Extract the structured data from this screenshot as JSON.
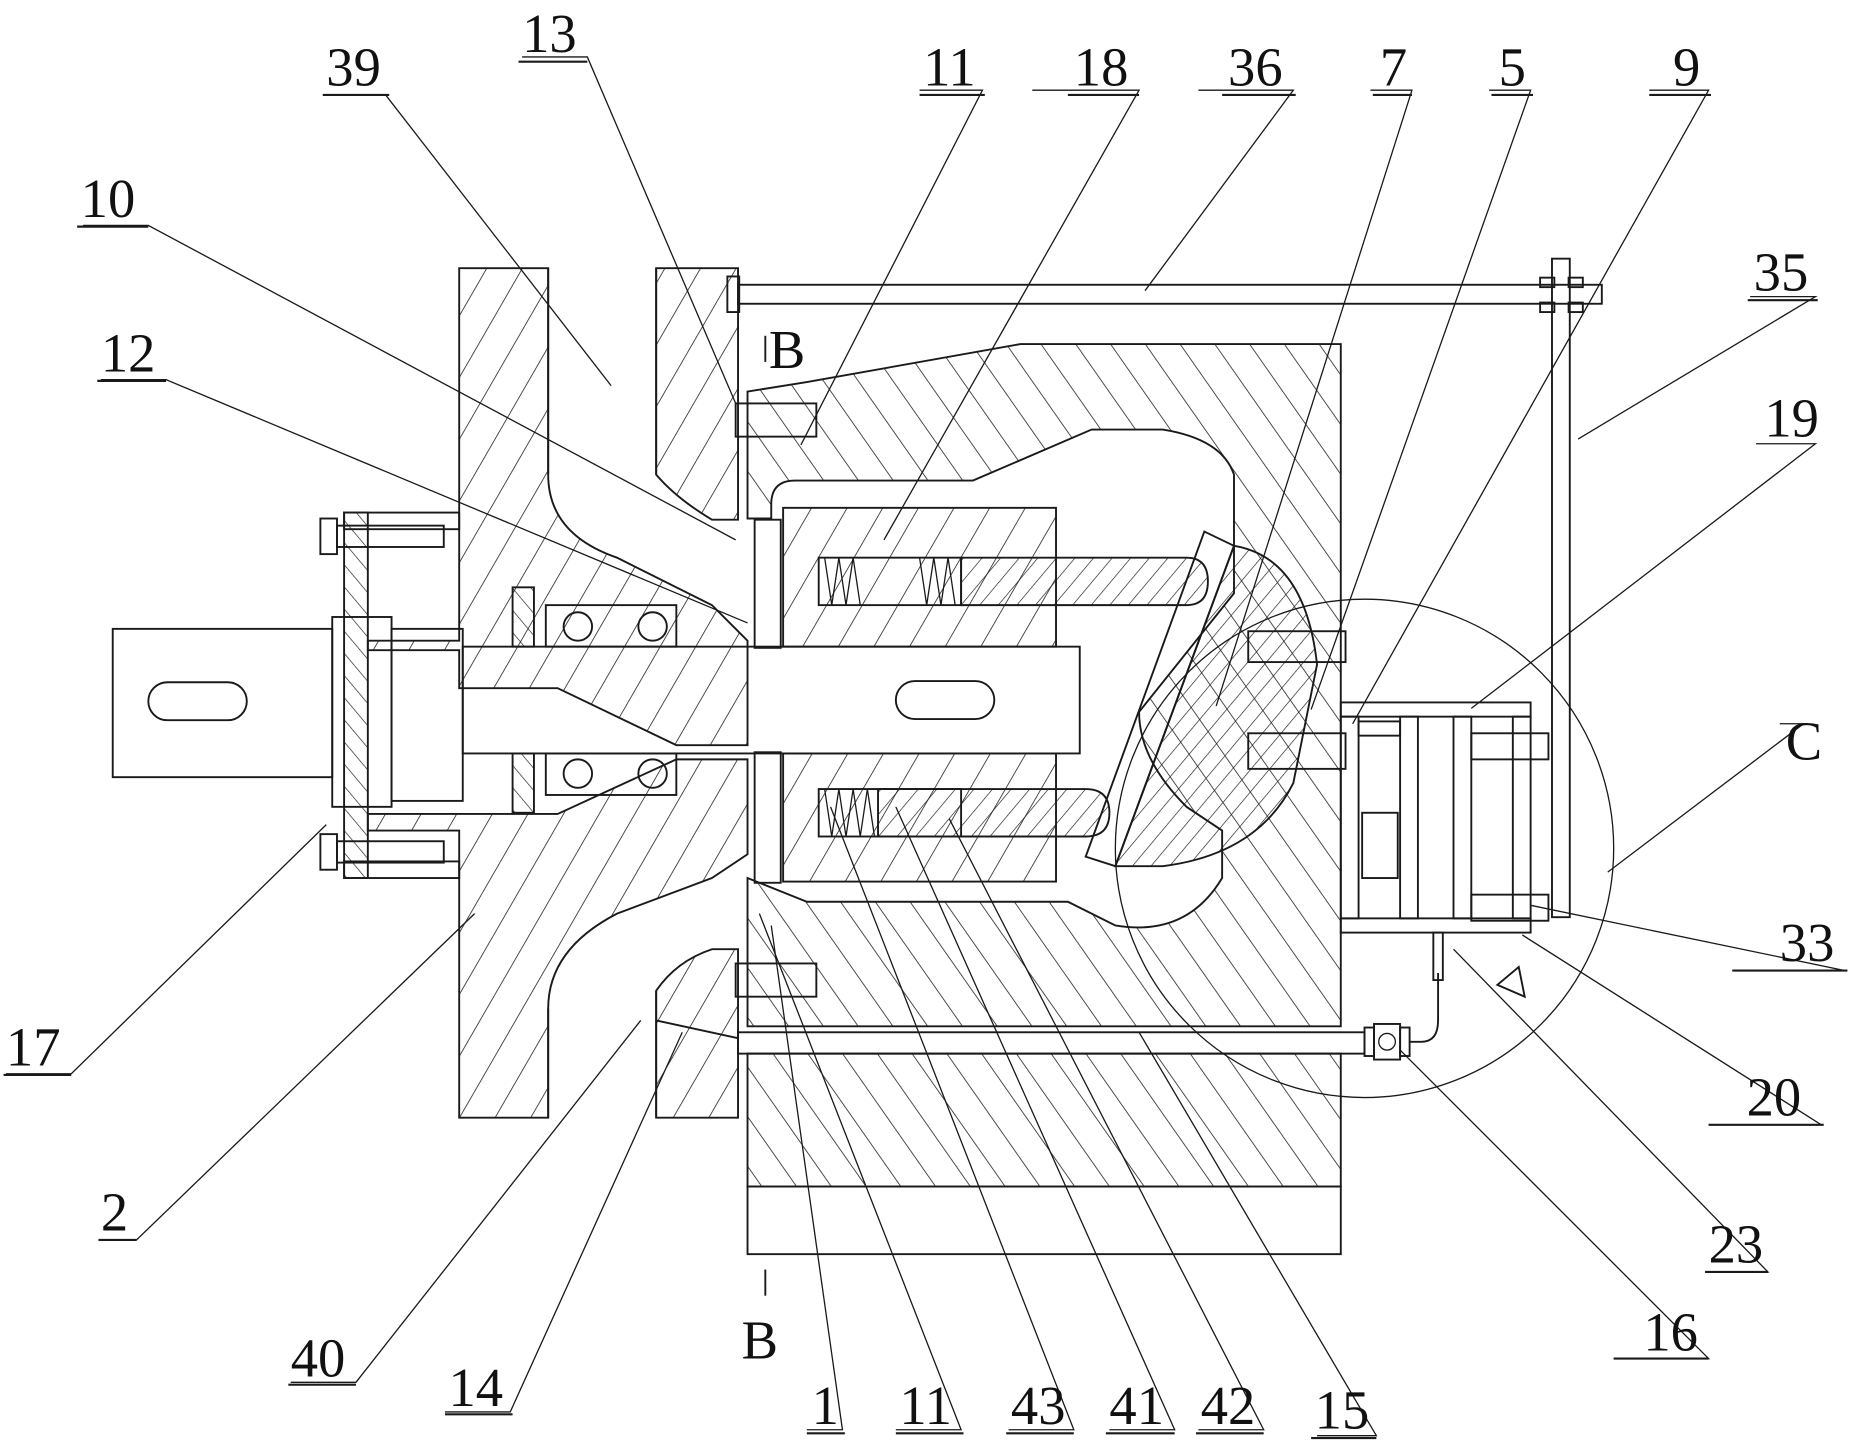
{
  "figure": {
    "type": "mechanical cross-section drawing (patent figure)",
    "section_marks": {
      "top": "B",
      "bottom": "B"
    },
    "detail_circle_label": "C",
    "colors": {
      "line": "#1a1a1a",
      "background": "#ffffff"
    }
  },
  "labels": {
    "l39": "39",
    "l13": "13",
    "l11_top": "11",
    "l18": "18",
    "l36": "36",
    "l7": "7",
    "l5": "5",
    "l9": "9",
    "l35": "35",
    "l19": "19",
    "lC": "C",
    "l33": "33",
    "l20": "20",
    "l23": "23",
    "l16": "16",
    "l15": "15",
    "l42": "42",
    "l41": "41",
    "l43": "43",
    "l11_bottom": "11",
    "l1": "1",
    "l14": "14",
    "l40": "40",
    "l2": "2",
    "l17": "17",
    "l12": "12",
    "l10": "10",
    "B_top": "B",
    "B_bottom": "B"
  }
}
